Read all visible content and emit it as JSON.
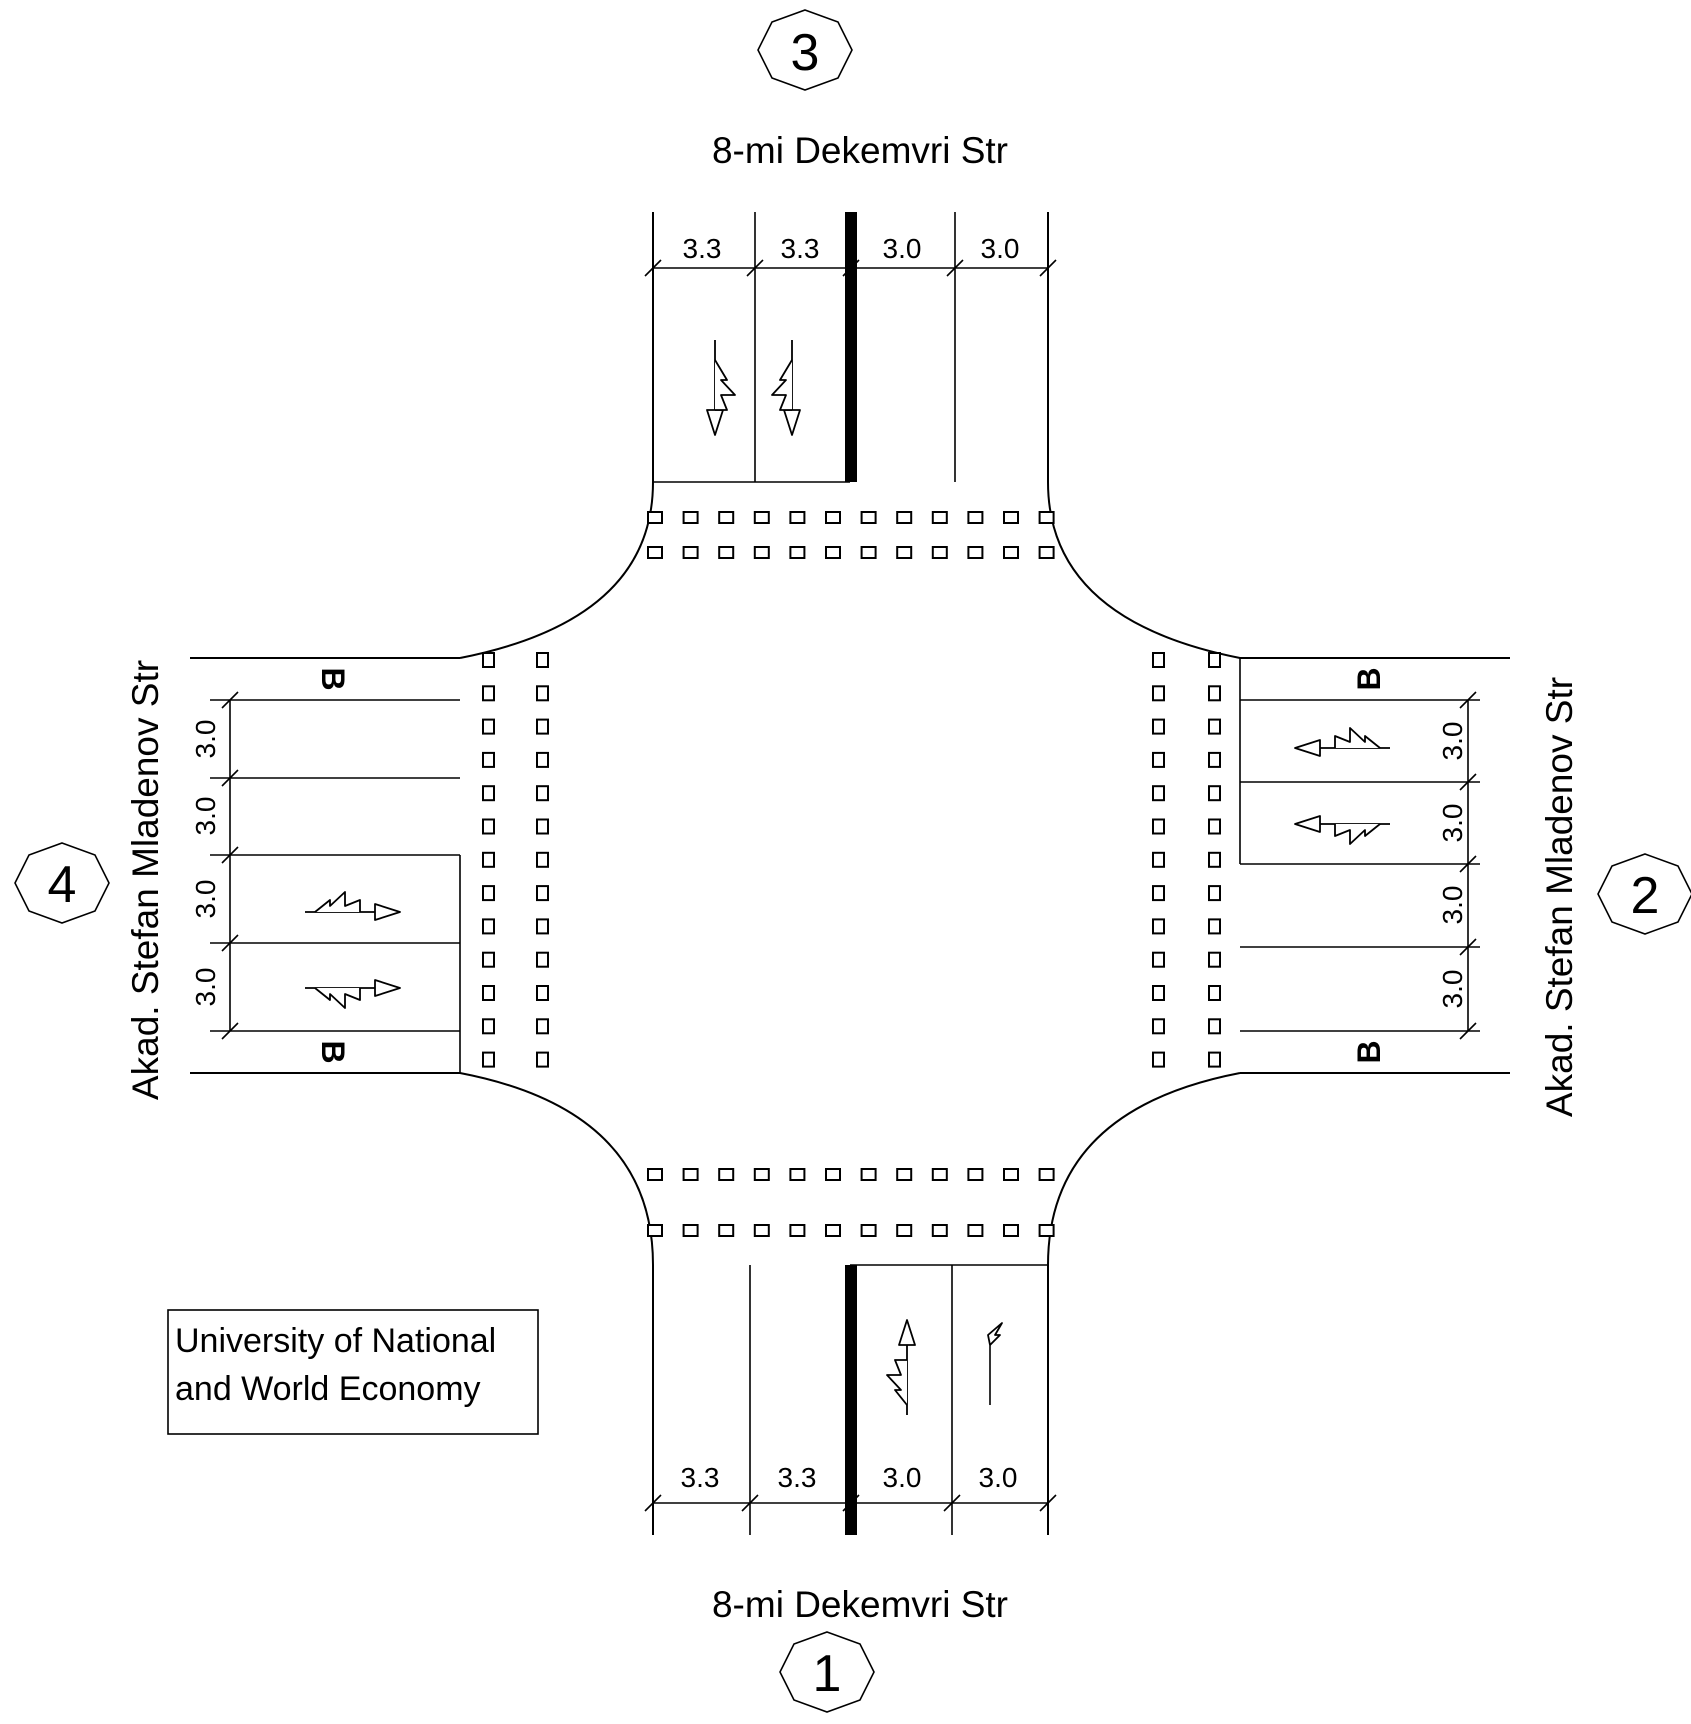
{
  "streets": {
    "north": "8-mi Dekemvri Str",
    "south": "8-mi Dekemvri Str",
    "west": "Akad. Stefan Mladenov Str",
    "east": "Akad. Stefan Mladenov Str"
  },
  "approaches": {
    "south": "1",
    "east": "2",
    "north": "3",
    "west": "4"
  },
  "lane_widths": {
    "north": [
      "3.3",
      "3.3",
      "3.0",
      "3.0"
    ],
    "south": [
      "3.3",
      "3.3",
      "3.0",
      "3.0"
    ],
    "west": [
      "3.0",
      "3.0",
      "3.0",
      "3.0"
    ],
    "east": [
      "3.0",
      "3.0",
      "3.0",
      "3.0"
    ]
  },
  "bus_lane_marks": [
    "B",
    "B",
    "B",
    "B"
  ],
  "landmark": {
    "line1": "University of National",
    "line2": "and World Economy"
  },
  "lane_arrows": {
    "north": [
      "left-through",
      "through-right"
    ],
    "south": [
      "through-left",
      "right"
    ],
    "west": [
      "left-through",
      "through-right"
    ],
    "east": [
      "through-right",
      "through-left"
    ]
  }
}
